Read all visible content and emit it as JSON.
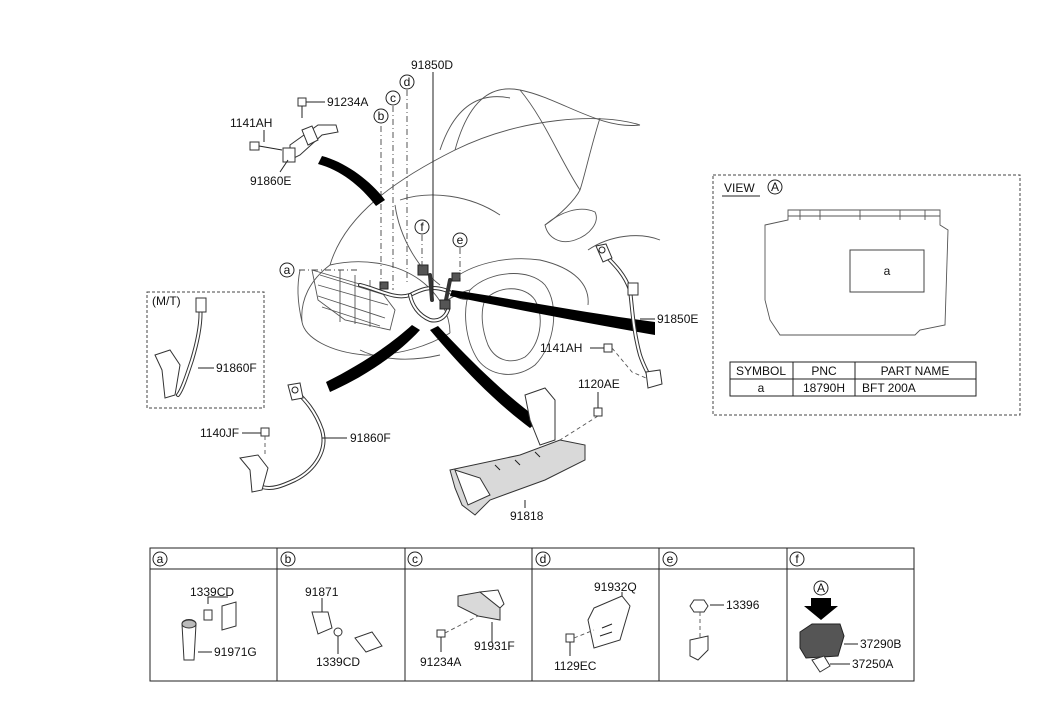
{
  "callouts": {
    "p91850D": "91850D",
    "p91234A": "91234A",
    "p1141AH_top": "1141AH",
    "p91860E": "91860E",
    "p91850E": "91850E",
    "p1141AH_right": "1141AH",
    "p1120AE": "1120AE",
    "p91818": "91818",
    "p91860F_mt": "91860F",
    "p1140JF": "1140JF",
    "p91860F": "91860F",
    "mt_label": "(M/T)"
  },
  "circle_refs": {
    "a": "a",
    "b": "b",
    "c": "c",
    "d": "d",
    "e": "e",
    "f": "f"
  },
  "view_box": {
    "title": "VIEW",
    "title_ref": "A",
    "box_label": "a",
    "table": {
      "headers": [
        "SYMBOL",
        "PNC",
        "PART NAME"
      ],
      "rows": [
        [
          "a",
          "18790H",
          "BFT 200A"
        ]
      ]
    }
  },
  "detail_panels": {
    "headers": [
      "a",
      "b",
      "c",
      "d",
      "e",
      "f"
    ],
    "a": {
      "p1": "1339CD",
      "p2": "91971G"
    },
    "b": {
      "p1": "91871",
      "p2": "1339CD"
    },
    "c": {
      "p1": "91234A",
      "p2": "91931F"
    },
    "d": {
      "p1": "91932Q",
      "p2": "1129EC"
    },
    "e": {
      "p1": "13396"
    },
    "f": {
      "ref": "A",
      "p1": "37290B",
      "p2": "37250A"
    }
  }
}
